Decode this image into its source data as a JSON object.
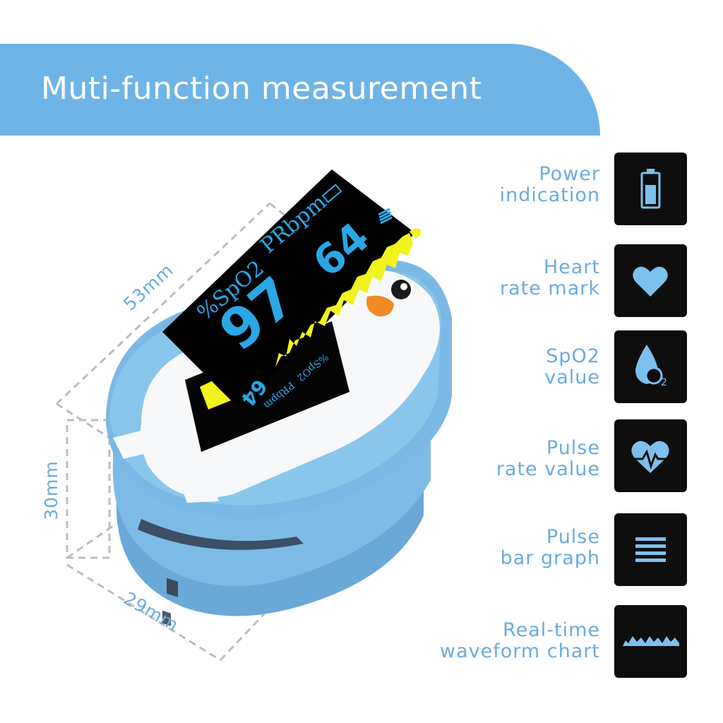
{
  "header": {
    "title": "Muti-function measurement"
  },
  "dimensions": {
    "length": "53mm",
    "height": "30mm",
    "width": "29mm"
  },
  "display": {
    "spo2_label": "%SpO2",
    "pr_label": "PRbpm",
    "spo2_value": "97",
    "pr_value": "64",
    "mirrored_spo2_label": "%SpO2",
    "mirrored_pr_label": "PRbpm",
    "mirrored_pr_value": "64"
  },
  "features": [
    {
      "line1": "Power",
      "line2": "indication",
      "icon": "battery-icon"
    },
    {
      "line1": "Heart",
      "line2": "rate mark",
      "icon": "heart-icon"
    },
    {
      "line1": "SpO2",
      "line2": "value",
      "icon": "oxygen-drop-icon"
    },
    {
      "line1": "Pulse",
      "line2": "rate value",
      "icon": "heart-pulse-icon"
    },
    {
      "line1": "Pulse",
      "line2": "bar graph",
      "icon": "bar-graph-icon"
    },
    {
      "line1": "Real-time",
      "line2": "waveform chart",
      "icon": "waveform-icon"
    }
  ],
  "colors": {
    "banner": "#6fb4e6",
    "label_text": "#6aabe0",
    "icon_accent": "#7cc0ee",
    "device_body": "#7dbbe6",
    "screen_blue": "#2aa8e6",
    "waveform_yellow": "#f2f21e"
  }
}
